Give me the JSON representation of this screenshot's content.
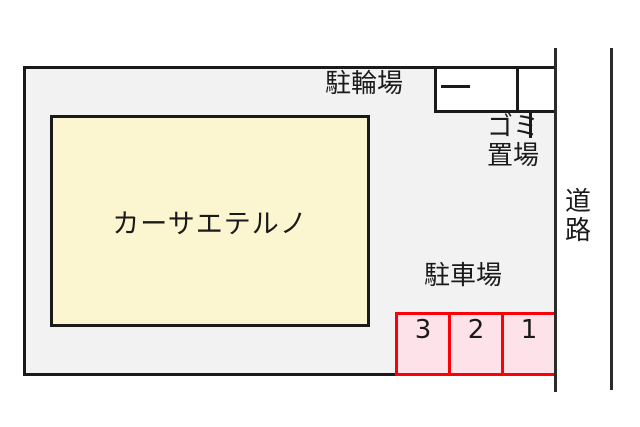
{
  "plan": {
    "building": {
      "name": "カーサエテルノ"
    },
    "areas": {
      "bicycle_parking_label": "駐輪場",
      "trash_label_line1": "ゴミ",
      "trash_label_line2": "置場",
      "parking_label": "駐車場",
      "road_label_line1": "道",
      "road_label_line2": "路"
    },
    "parking_stalls": [
      {
        "number": "3"
      },
      {
        "number": "2"
      },
      {
        "number": "1"
      }
    ],
    "colors": {
      "lot_fill": "#f2f2f2",
      "building_fill": "#fbf6cf",
      "stall_fill": "#fde2ea",
      "stall_border": "#fb0007",
      "outline": "#1a1a1a"
    }
  }
}
